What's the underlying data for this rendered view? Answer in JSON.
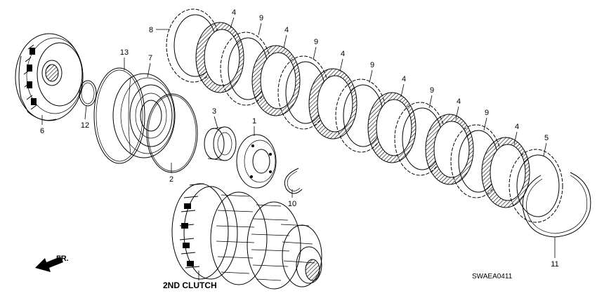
{
  "diagram": {
    "code": "SWAEA0411",
    "caption": "2ND CLUTCH",
    "direction_label": "FR.",
    "callouts": [
      "8",
      "4",
      "9",
      "4",
      "9",
      "4",
      "9",
      "4",
      "9",
      "4",
      "9",
      "4",
      "5",
      "13",
      "7",
      "6",
      "12",
      "3",
      "1",
      "2",
      "10",
      "11"
    ]
  }
}
